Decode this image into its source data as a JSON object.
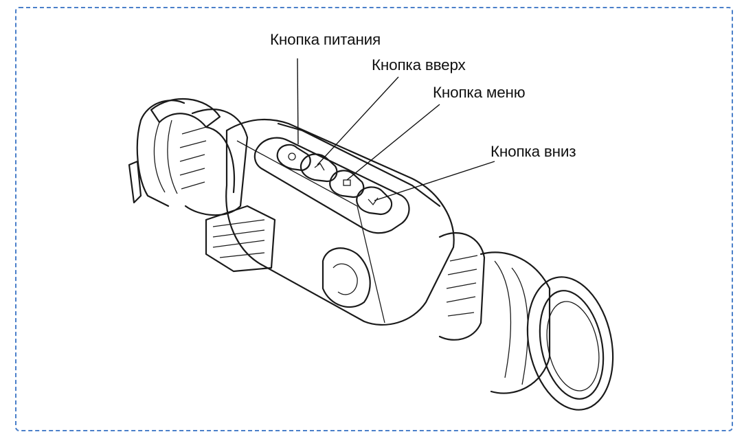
{
  "frame": {
    "border_color": "#4a7fc9",
    "style": "dashed"
  },
  "drawing": {
    "subject": "thermal monocular scope, line drawing",
    "icon": "scope-illustration"
  },
  "callouts": [
    {
      "id": "power",
      "label": "Кнопка питания"
    },
    {
      "id": "up",
      "label": "Кнопка вверх"
    },
    {
      "id": "menu",
      "label": "Кнопка меню"
    },
    {
      "id": "down",
      "label": "Кнопка вниз"
    }
  ]
}
